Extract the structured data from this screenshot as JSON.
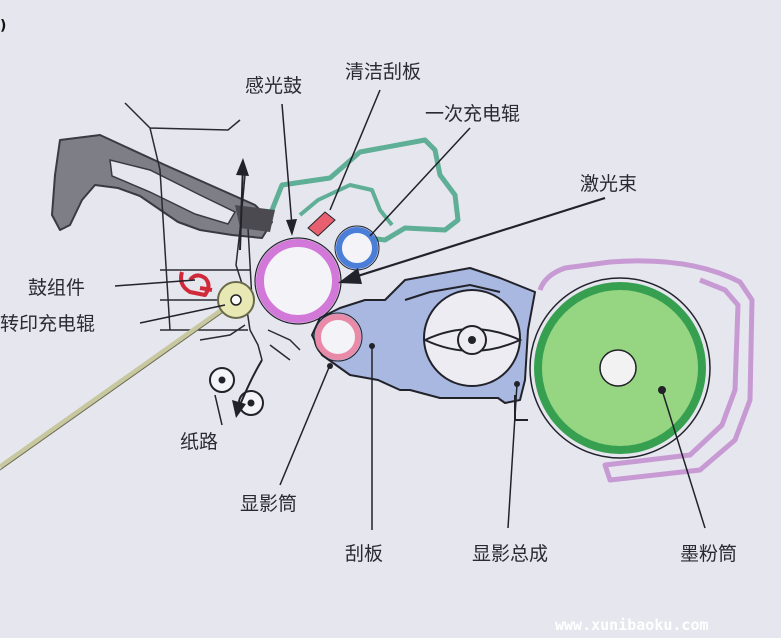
{
  "diagram": {
    "labels": {
      "photosensitive_drum": "感光鼓",
      "cleaning_blade": "清洁刮板",
      "primary_charge_roller": "一次充电辊",
      "laser_beam": "激光束",
      "drum_assembly": "鼓组件",
      "transfer_charge_roller": "转印充电辊",
      "paper_path": "纸路",
      "developer_cylinder": "显影筒",
      "doctor_blade": "刮板",
      "developer_assembly": "显影总成",
      "toner_cartridge": "墨粉筒"
    },
    "corner_mark": ")",
    "watermark": "www.xunibaoku.com"
  },
  "colors": {
    "background": "#e6e6ee",
    "developer_fill": "#a8b8e0",
    "drum_ring": "#d278d8",
    "charge_roller_ring": "#4a7ed8",
    "cleaning_frame": "#5fae96",
    "toner_green": "#96d682",
    "toner_ring": "#36a050",
    "toner_housing": "#c79ad4",
    "transfer_roller": "#d8d8a0",
    "lever_gray": "#7e7e86"
  }
}
